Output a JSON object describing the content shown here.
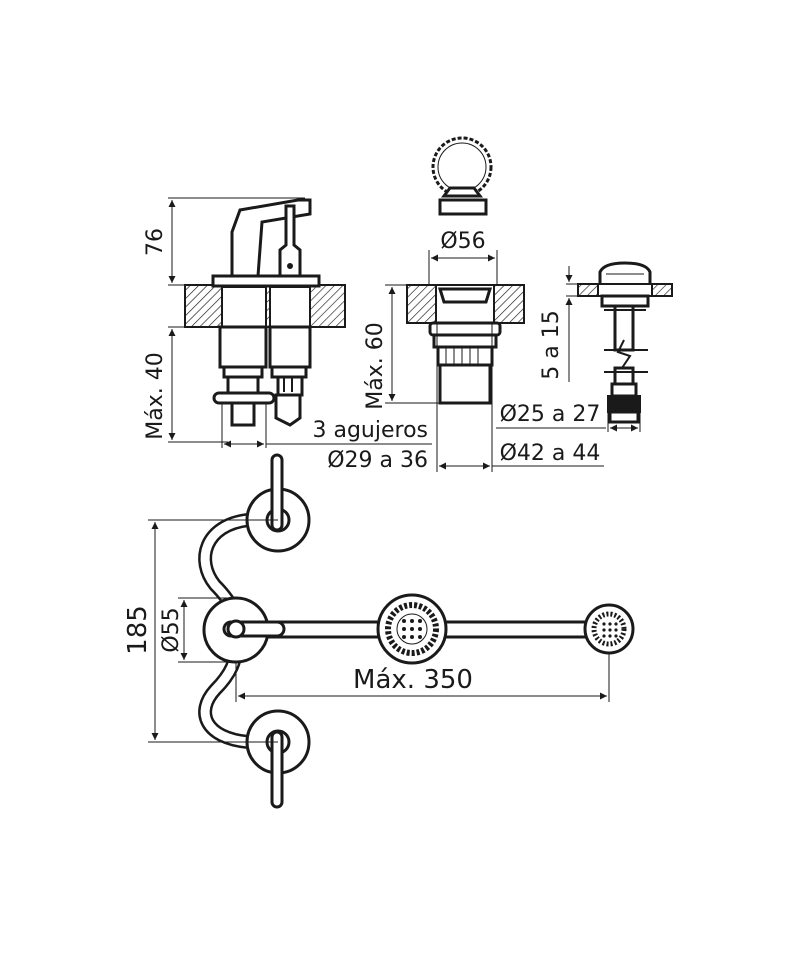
{
  "dimensions": {
    "height_above_deck": "76",
    "max_below_deck_left": "Máx. 40",
    "max_below_deck_center": "Máx. 60",
    "spout_base_diameter": "Ø56",
    "holes_label": "3 agujeros",
    "hole_diameter": "Ø29 a 36",
    "drain_thread": "Ø25 a 27",
    "drain_hole": "Ø42 a 44",
    "deck_thickness": "5 a 15",
    "handle_spacing": "185",
    "rosette_diameter": "Ø55",
    "max_length": "Máx. 350"
  },
  "colors": {
    "line": "#1a1a1a",
    "background": "#ffffff"
  }
}
